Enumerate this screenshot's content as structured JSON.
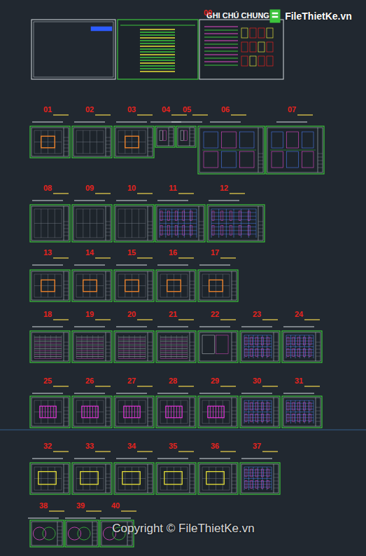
{
  "diagram": {
    "labels": [
      "GHI CHÚ CHUNG",
      "00",
      "01",
      "02",
      "03",
      "04",
      "05",
      "06",
      "07",
      "08",
      "09",
      "10",
      "11",
      "12",
      "13",
      "14",
      "15",
      "16",
      "17",
      "18",
      "19",
      "20",
      "21",
      "22",
      "23",
      "24",
      "25",
      "26",
      "27",
      "28",
      "29",
      "30",
      "31",
      "32",
      "33",
      "34",
      "35",
      "36",
      "37",
      "38",
      "39",
      "40",
      "FileThietKe.vn",
      "Copyright © FileThietKe.vn"
    ]
  }
}
